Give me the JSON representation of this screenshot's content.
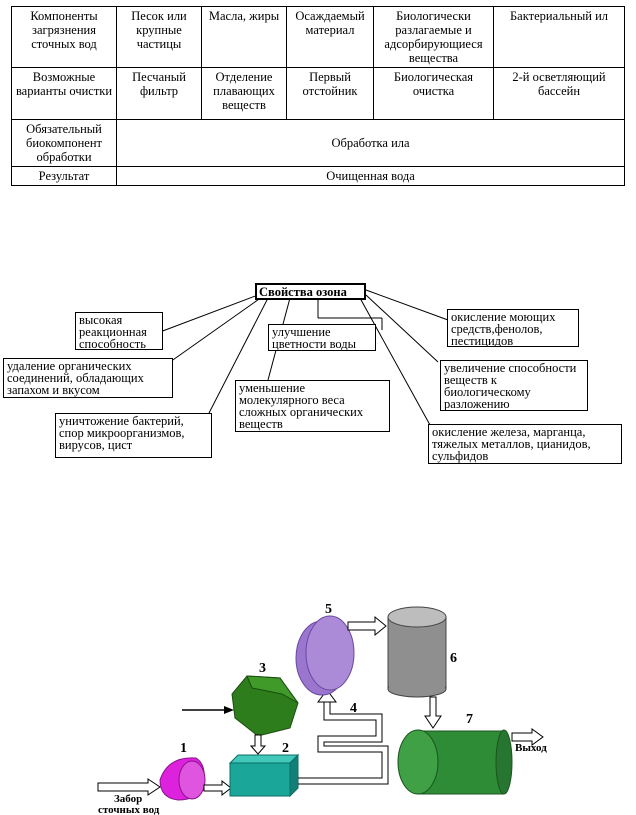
{
  "table": {
    "rows": [
      {
        "header": "Компоненты загрязнения сточных вод",
        "cells": [
          "Песок или крупные частицы",
          "Масла, жиры",
          "Осаждаемый материал",
          "Биологически разлагаемые и адсорбирующиеся вещества",
          "Бактериальный ил"
        ]
      },
      {
        "header": "Возможные варианты очистки",
        "cells": [
          "Песчаный фильтр",
          "Отделение плавающих веществ",
          "Первый отстойник",
          "Биологическая очистка",
          "2-й осветляющий бассейн"
        ]
      },
      {
        "header": "Обязательный биокомпонент обработки",
        "merged": "Обработка ила"
      },
      {
        "header": "Результат",
        "merged": "Очищенная вода"
      }
    ]
  },
  "ozone": {
    "title": "Свойства озона",
    "items": [
      "высокая реакционная способность",
      "улучшение цветности воды",
      "окисление моющих средств,фенолов, пестицидов",
      "удаление органических соединений, обладающих запахом и вкусом",
      "уменьшение молекулярного веса сложных органических веществ",
      "увеличение способности  веществ к биологическому разложению",
      "уничтожение бактерий, спор микроорганизмов, вирусов, цист",
      "окисление железа, марганца, тяжелых металлов, цианидов, сульфидов"
    ]
  },
  "scheme": {
    "numbers": [
      "1",
      "2",
      "3",
      "4",
      "5",
      "6",
      "7"
    ],
    "intake_line1": "Забор",
    "intake_line2": "сточных вод",
    "output": "Выход",
    "colors": {
      "pump": "#dd22dd",
      "tank": "#1aa79a",
      "ozonator": "#2e7d1c",
      "contact_column": "#ab8ad8",
      "cylinder": "#8f8f8f",
      "filter": "#2f8c36"
    }
  }
}
